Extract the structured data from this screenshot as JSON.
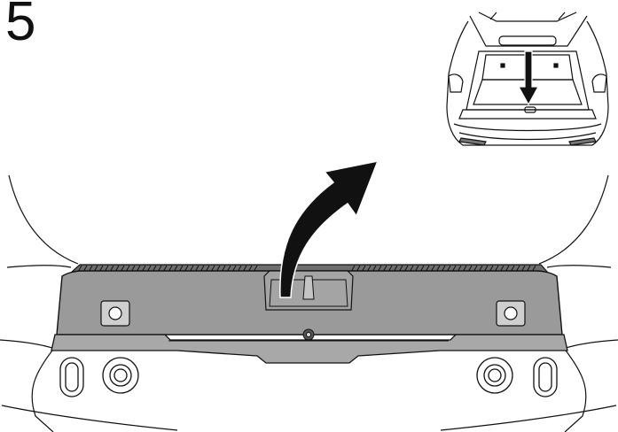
{
  "step": {
    "number": "5"
  },
  "colors": {
    "ink": "#111111",
    "panel_fill": "#9a9a9a",
    "panel_dark": "#6e6e6e",
    "trim_fill": "#a8a8a8",
    "arrow": "#111111",
    "background": "#ffffff"
  },
  "illustration": {
    "main_view": "trunk-sill-trim-panel-removal",
    "inset_view": "car-rear-open-trunk",
    "arrow_direction": "lift-up-and-away",
    "inset_arrow_direction": "down"
  }
}
